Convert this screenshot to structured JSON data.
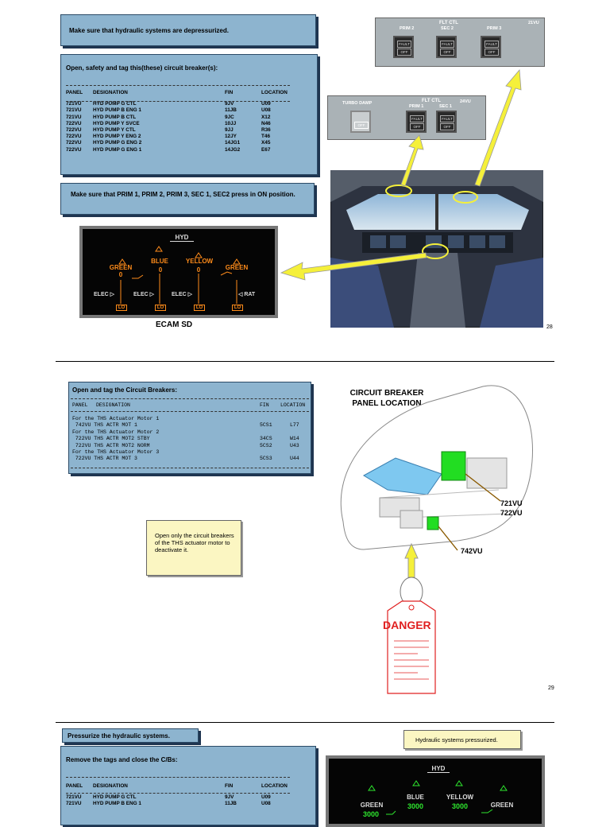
{
  "page1": {
    "box1_text": "Make sure that hydraulic systems are depressurized.",
    "box2_header": "Open, safety and tag this(these) circuit breaker(s):",
    "table_headers": {
      "panel": "PANEL",
      "designation": "DESIGNATION",
      "fin": "FIN",
      "location": "LOCATION"
    },
    "rows": [
      {
        "panel": "721VU",
        "designation": "HYD PUMP G CTL",
        "fin": "9JV",
        "location": "U09"
      },
      {
        "panel": "721VU",
        "designation": "HYD PUMP B ENG 1",
        "fin": "11JB",
        "location": "U08"
      },
      {
        "panel": "721VU",
        "designation": "HYD PUMP B CTL",
        "fin": "9JC",
        "location": "X12"
      },
      {
        "panel": "722VU",
        "designation": "HYD PUMP Y SVCE",
        "fin": "10JJ",
        "location": "N46"
      },
      {
        "panel": "722VU",
        "designation": "HYD PUMP Y CTL",
        "fin": "9JJ",
        "location": "R36"
      },
      {
        "panel": "722VU",
        "designation": "HYD PUMP Y ENG 2",
        "fin": "12JY",
        "location": "T46"
      },
      {
        "panel": "722VU",
        "designation": "HYD PUMP G ENG 2",
        "fin": "14JG1",
        "location": "X45"
      },
      {
        "panel": "722VU",
        "designation": "HYD PUMP G ENG 1",
        "fin": "14JG2",
        "location": "E67"
      }
    ],
    "box3_text": "Make sure that PRIM 1, PRIM 2, PRIM 3, SEC 1, SEC2 press in ON position.",
    "ecam": {
      "title": "HYD",
      "systems": [
        "GREEN",
        "BLUE",
        "YELLOW",
        "GREEN"
      ],
      "values": [
        "0",
        "0",
        "0"
      ],
      "elec": [
        "ELEC",
        "ELEC",
        "ELEC"
      ],
      "rat": "RAT",
      "lo": [
        "LO",
        "LO",
        "LO",
        "LO"
      ],
      "caption": "ECAM SD"
    },
    "panel_top": {
      "title": "FLT CTL",
      "vu": "21VU",
      "labels": [
        "PRIM 2",
        "SEC 2",
        "PRIM 3"
      ],
      "fault": "FAULT",
      "off": "OFF"
    },
    "panel_mid": {
      "title": "FLT CTL",
      "vu": "24VU",
      "damp": "TURBO DAMP",
      "off_label": "OFF",
      "labels": [
        "PRIM 1",
        "SEC 1"
      ],
      "fault": "FAULT",
      "off": "OFF"
    },
    "page_number": "28"
  },
  "page2": {
    "box_header": "Open and tag the Circuit Breakers:",
    "headers": {
      "panel": "PANEL",
      "designation": "DESIGNATION",
      "fin": "FIN",
      "location": "LOCATION"
    },
    "lines": [
      {
        "text": "For the THS Actuator Motor 1",
        "fin": "",
        "loc": ""
      },
      {
        "text": " 742VU THS ACTR MOT 1",
        "fin": "5CS1",
        "loc": "L77"
      },
      {
        "text": "For the THS Actuator Motor 2",
        "fin": "",
        "loc": ""
      },
      {
        "text": " 722VU THS ACTR MOT2 STBY",
        "fin": "34CS",
        "loc": "W14"
      },
      {
        "text": " 722VU THS ACTR MOT2 NORM",
        "fin": "5CS2",
        "loc": "U43"
      },
      {
        "text": "For the THS Actuator Motor 3",
        "fin": "",
        "loc": ""
      },
      {
        "text": " 722VU THS ACTR MOT 3",
        "fin": "5CS3",
        "loc": "U44"
      }
    ],
    "note": "Open only the circuit breakers of the THS actuator motor to deactivate it.",
    "diagram_title": "CIRCUIT BREAKER PANEL LOCATION",
    "label_721": "721VU",
    "label_722": "722VU",
    "label_742": "742VU",
    "tag": "DANGER",
    "page_number": "29"
  },
  "page3": {
    "box1_text": "Pressurize the hydraulic systems.",
    "note": "Hydraulic systems pressurized.",
    "box2_header": "Remove the tags and close the C/Bs:",
    "table_headers": {
      "panel": "PANEL",
      "designation": "DESIGNATION",
      "fin": "FIN",
      "location": "LOCATION"
    },
    "rows": [
      {
        "panel": "721VU",
        "designation": "HYD PUMP G CTL",
        "fin": "9JV",
        "location": "U09"
      },
      {
        "panel": "721VU",
        "designation": "HYD PUMP B ENG 1",
        "fin": "11JB",
        "location": "U08"
      }
    ],
    "ecam": {
      "title": "HYD",
      "systems": [
        "GREEN",
        "BLUE",
        "YELLOW",
        "GREEN"
      ],
      "values": [
        "3000",
        "3000",
        "3000"
      ]
    }
  },
  "colors": {
    "box": "#8db4cf",
    "ecam_amber": "#ff8c1a",
    "ecam_green": "#2ee62e",
    "arrow": "#f5f03a",
    "cb_green": "#22dd22",
    "danger": "#e02020"
  }
}
